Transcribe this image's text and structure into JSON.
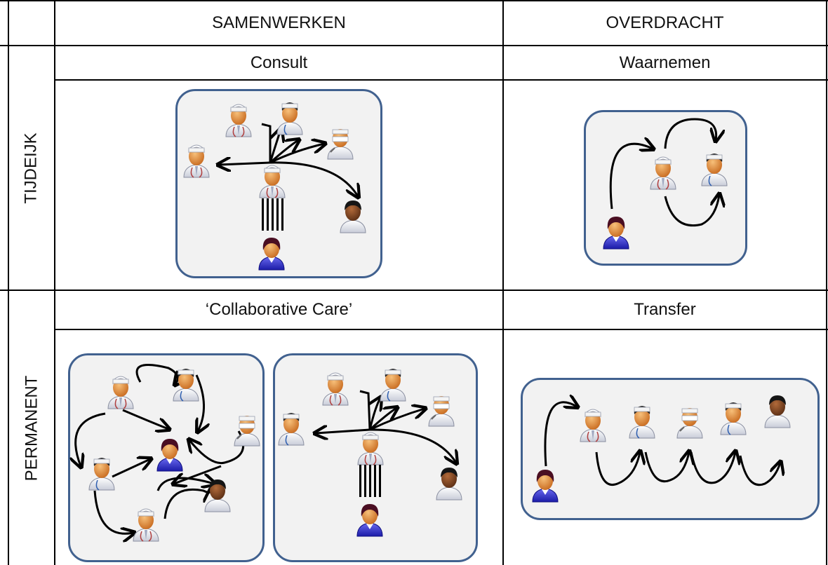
{
  "columns": {
    "col1": "SAMENWERKEN",
    "col2": "OVERDRACHT"
  },
  "rows": {
    "row1": "TIJDEIJK",
    "row2": "PERMANENT"
  },
  "cells": {
    "r1c1": "Consult",
    "r1c2": "Waarnemen",
    "r2c1": "‘Collaborative Care’",
    "r2c2": "Transfer"
  },
  "colors": {
    "panel_border": "#41618f",
    "panel_fill": "#f2f2f2",
    "patient_shirt": "#3535c8",
    "doctor_cap": "#ffffff",
    "skin": "#e99a4e"
  },
  "icons": [
    "doctor-icon",
    "patient-icon",
    "specialist-icon",
    "arrow-icon",
    "bars-icon"
  ]
}
